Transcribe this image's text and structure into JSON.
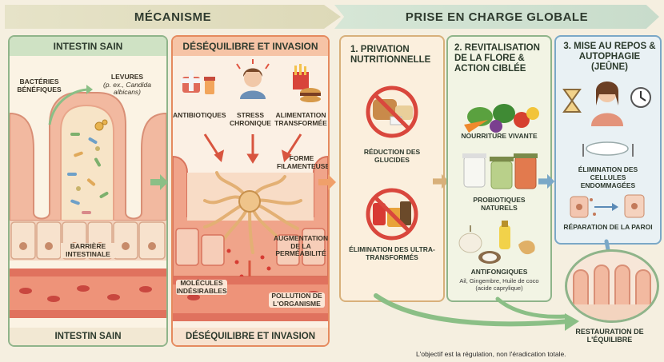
{
  "banners": {
    "mechanism": "MÉCANISME",
    "care": "PRISE EN CHARGE GLOBALE"
  },
  "panel1": {
    "header": "INTESTIN SAIN",
    "footer": "INTESTIN SAIN",
    "labels": {
      "bacteria": "BACTÉRIES BÉNÉFIQUES",
      "yeasts": "LEVURES",
      "yeasts_example": "(p. ex., Candida albicans)",
      "barrier": "BARRIÈRE INTESTINALE"
    }
  },
  "panel2": {
    "header": "DÉSÉQUILIBRE ET INVASION",
    "footer": "DÉSÉQUILIBRE ET INVASION",
    "labels": {
      "antibiotics": "ANTIBIOTIQUES",
      "stress": "STRESS CHRONIQUE",
      "processed": "ALIMENTATION TRANSFORMÉE",
      "filament": "FORME FILAMENTEUSE",
      "permeability": "AUGMENTATION DE LA PERMÉABILITÉ",
      "molecules": "MOLÉCULES INDÉSIRABLES",
      "pollution": "POLLUTION DE L'ORGANISME"
    }
  },
  "panel3": {
    "title": "1. PRIVATION NUTRITIONNELLE",
    "items": {
      "sugar": "RÉDUCTION DES GLUCIDES",
      "ultra": "ÉLIMINATION DES ULTRA-TRANSFORMÉS"
    }
  },
  "panel4": {
    "title": "2. REVITALISATION DE LA FLORE & ACTION CIBLÉE",
    "items": {
      "living": "NOURRITURE VIVANTE",
      "probiotics": "PROBIOTIQUES NATURELS",
      "antifungal": "ANTIFONGIQUES",
      "antifungal_detail": "Ail, Gingembre, Huile de coco (acide caprylique)"
    }
  },
  "panel5": {
    "title": "3. MISE AU REPOS & AUTOPHAGIE (JEÛNE)",
    "items": {
      "elimination": "ÉLIMINATION DES CELLULES ENDOMMAGÉES",
      "repair": "RÉPARATION DE LA PAROI"
    }
  },
  "result": {
    "label": "RESTAURATION DE L'ÉQUILIBRE"
  },
  "footnote": "L'objectif est la régulation, non l'éradication totale.",
  "colors": {
    "green_border": "#8fb48a",
    "orange_border": "#e58a5e",
    "tan_border": "#d8b07a",
    "blue_border": "#7aa8c7",
    "arrow_green": "#8bbf86",
    "arrow_orange": "#f0a06a"
  },
  "icons": [
    "bread-icon",
    "no-sign-icon",
    "soda-can-icon",
    "vegetables-icon",
    "probiotic-jars-icon",
    "garlic-icon",
    "hourglass-icon",
    "meditating-woman-icon",
    "clock-icon",
    "plate-icon",
    "pill-bottle-icon",
    "stressed-person-icon",
    "burger-fries-icon"
  ]
}
